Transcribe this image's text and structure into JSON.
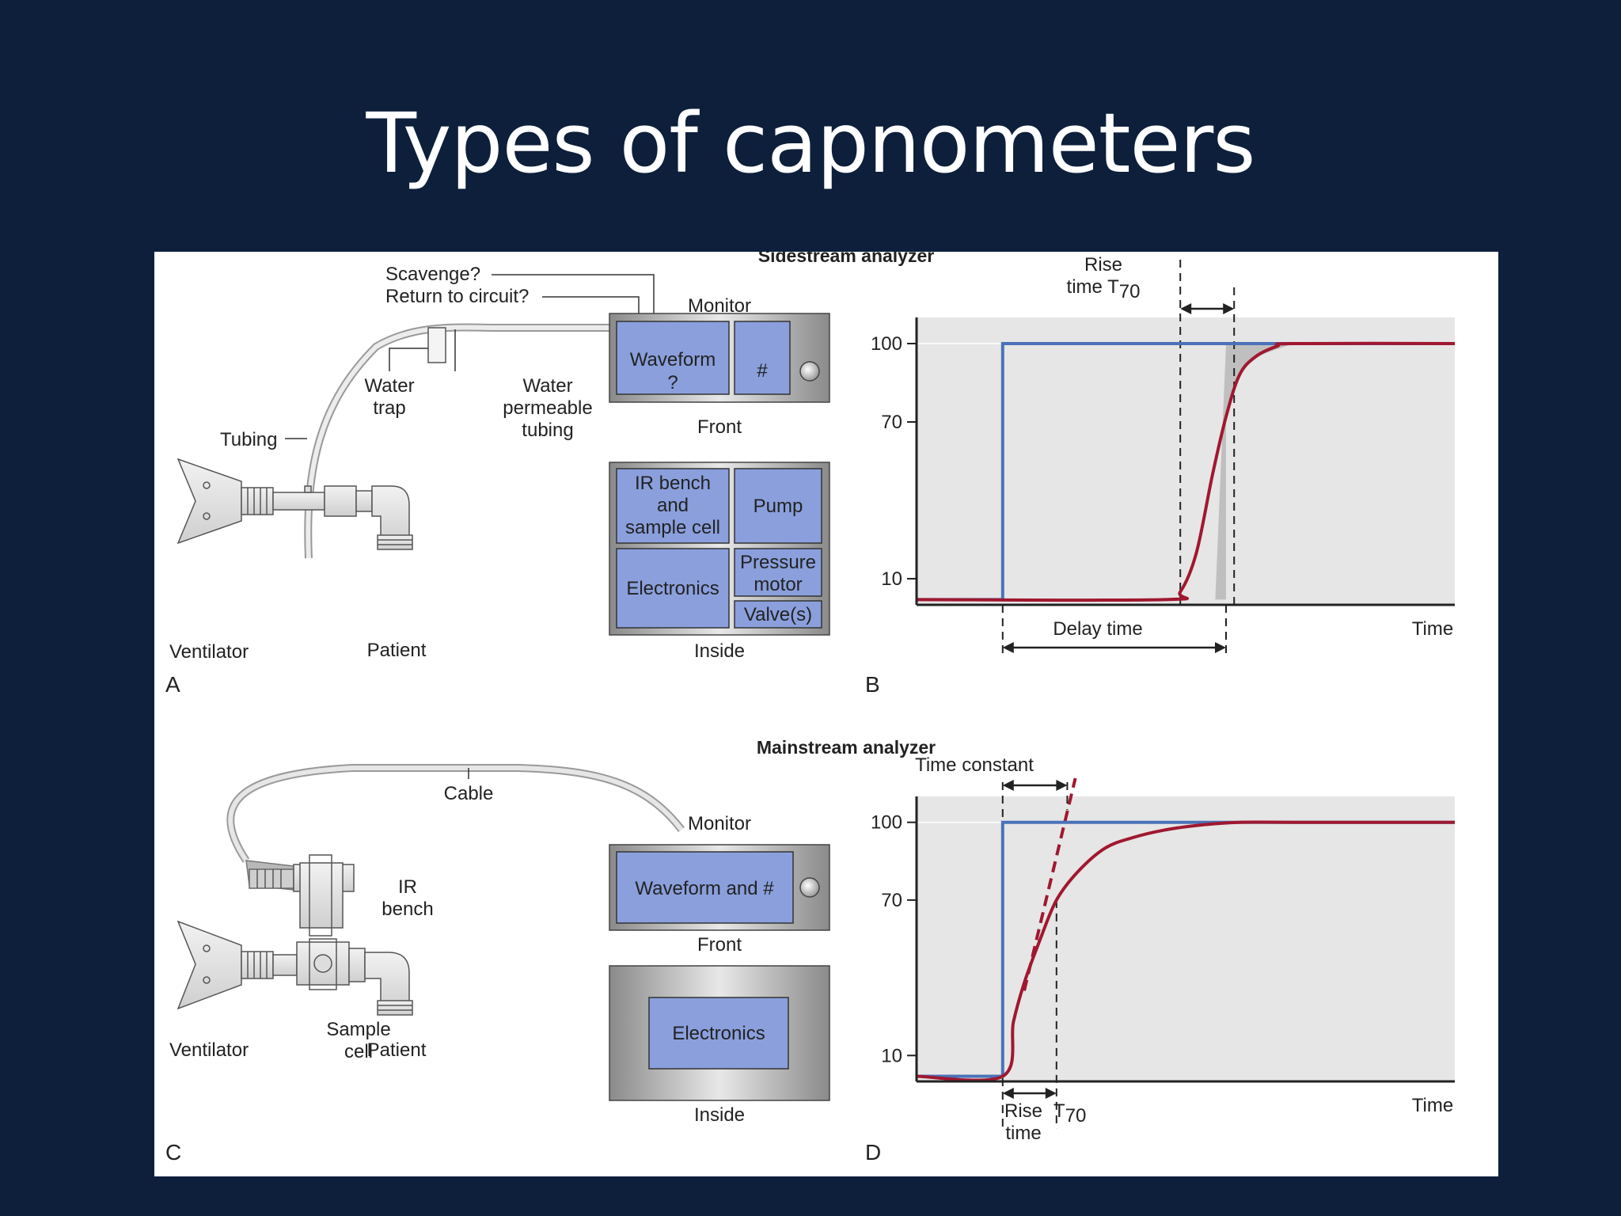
{
  "slide": {
    "title": "Types of capnometers"
  },
  "colors": {
    "background": "#0d1f3a",
    "box_fill": "#8a9fdc",
    "panel_gray": "#e6e6e6",
    "step_blue": "#4a72b8",
    "response_red": "#a01830",
    "shade_gray": "#b5b5b5"
  },
  "panel_a": {
    "letter": "A",
    "labels": {
      "scavenge": "Scavenge?",
      "return": "Return to circuit?",
      "monitor": "Monitor",
      "water_trap_1": "Water",
      "water_trap_2": "trap",
      "wpt_1": "Water",
      "wpt_2": "permeable",
      "wpt_3": "tubing",
      "tubing": "Tubing",
      "ventilator": "Ventilator",
      "patient": "Patient",
      "front": "Front",
      "inside": "Inside"
    },
    "front_boxes": {
      "waveform_1": "Waveform",
      "waveform_2": "?",
      "number": "#"
    },
    "inside_boxes": {
      "ir_1": "IR bench",
      "ir_2": "and",
      "ir_3": "sample cell",
      "pump": "Pump",
      "electronics": "Electronics",
      "pressure_1": "Pressure",
      "pressure_2": "motor",
      "valves": "Valve(s)"
    }
  },
  "panel_c": {
    "letter": "C",
    "labels": {
      "cable": "Cable",
      "monitor": "Monitor",
      "ir_1": "IR",
      "ir_2": "bench",
      "sample_1": "Sample",
      "sample_2": "cell",
      "ventilator": "Ventilator",
      "patient": "Patient",
      "front": "Front",
      "inside": "Inside"
    },
    "front_boxes": {
      "waveform": "Waveform and #"
    },
    "inside_boxes": {
      "electronics": "Electronics"
    }
  },
  "chart_data": [
    {
      "type": "line",
      "panel": "B",
      "title": "Sidestream analyzer",
      "xlabel": "Time",
      "ylabel": "",
      "yticks": [
        10,
        70,
        100
      ],
      "ylim": [
        0,
        110
      ],
      "xlim": [
        0,
        10
      ],
      "grid": false,
      "annotations": {
        "rise_1": "Rise",
        "rise_2": "time T",
        "rise_sub": "70",
        "delay": "Delay time"
      },
      "step_time": 1.6,
      "delay_end": 5.75,
      "rise_start": 4.9,
      "rise_end": 5.9,
      "series": [
        {
          "kind": "step",
          "x": [
            0,
            1.6,
            1.6,
            7.0,
            10.0
          ],
          "y": [
            2,
            2,
            100,
            100,
            100
          ]
        },
        {
          "kind": "response",
          "x": [
            0,
            4.6,
            4.9,
            5.2,
            5.5,
            5.75,
            6.0,
            6.3,
            6.7,
            7.0,
            10.0
          ],
          "y": [
            2,
            2,
            5,
            20,
            50,
            72,
            88,
            95,
            99,
            100,
            100
          ]
        }
      ]
    },
    {
      "type": "line",
      "panel": "D",
      "title": "Mainstream analyzer",
      "xlabel": "Time",
      "ylabel": "",
      "yticks": [
        10,
        70,
        100
      ],
      "ylim": [
        0,
        110
      ],
      "xlim": [
        0,
        10
      ],
      "grid": false,
      "annotations": {
        "time_constant": "Time constant",
        "rise_1": "Rise",
        "rise_2": "time",
        "t_label": "T",
        "t_sub": "70"
      },
      "step_time": 1.6,
      "time_constant_end": 2.8,
      "t70_time": 2.6,
      "series": [
        {
          "kind": "step",
          "x": [
            0,
            1.6,
            1.6,
            7.0,
            10.0
          ],
          "y": [
            2,
            2,
            100,
            100,
            100
          ]
        },
        {
          "kind": "response",
          "x": [
            0,
            1.6,
            1.8,
            2.0,
            2.3,
            2.6,
            3.0,
            3.5,
            4.0,
            4.6,
            5.3,
            6.0,
            7.0,
            10.0
          ],
          "y": [
            2,
            2,
            23,
            38,
            55,
            70,
            81,
            90,
            94,
            97,
            99,
            100,
            100,
            100
          ]
        }
      ]
    }
  ]
}
